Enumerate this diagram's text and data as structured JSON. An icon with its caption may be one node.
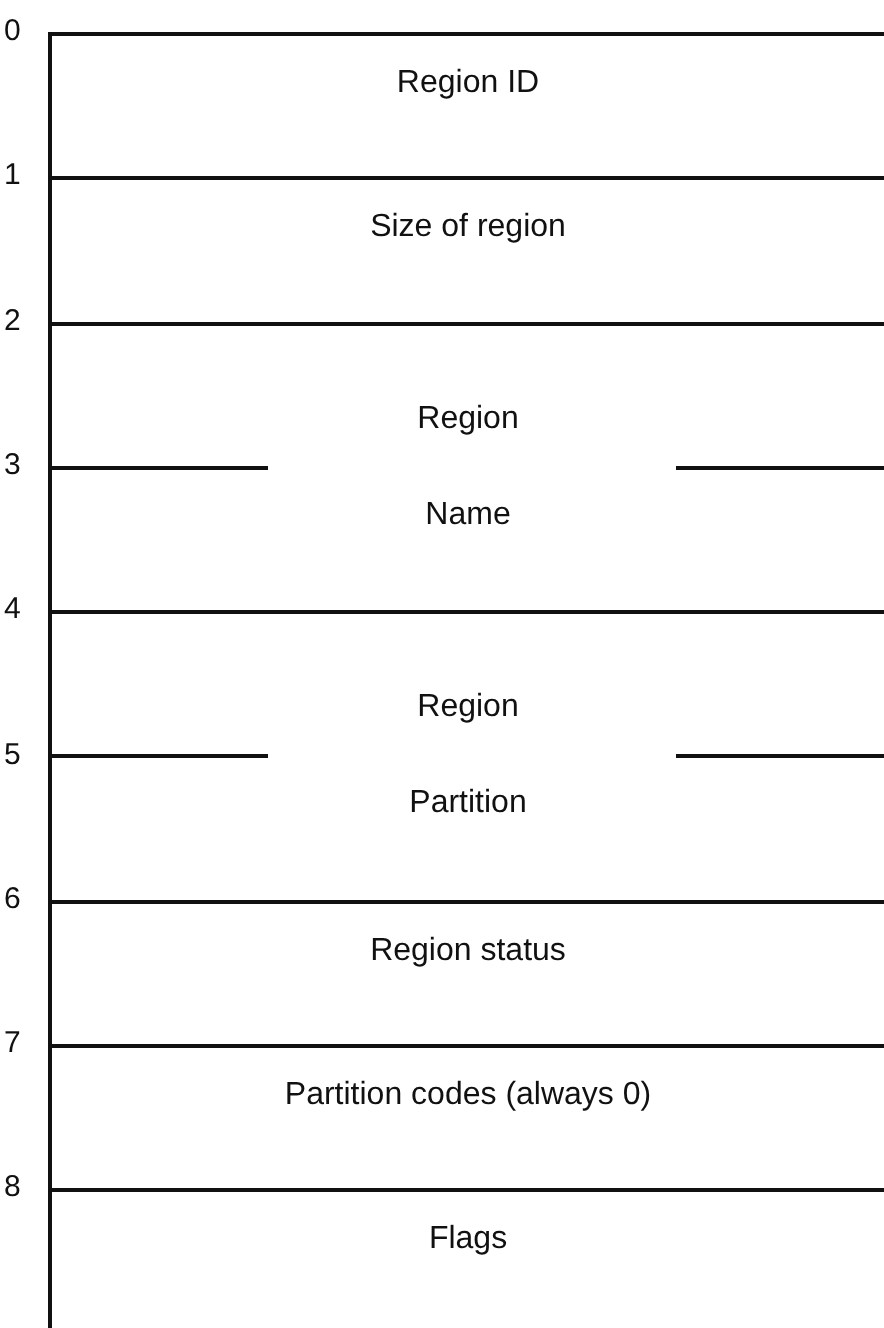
{
  "diagram": {
    "nodes": [
      {
        "text": [
          "Region ID"
        ]
      },
      {
        "text": [
          "Size of region"
        ]
      },
      {
        "text": [
          "Region Name"
        ]
      },
      {
        "text": [
          "Region Partition"
        ]
      },
      {
        "text": [
          "Region status"
        ]
      },
      {
        "text": [
          "Partition codes (always 0)"
        ]
      },
      {
        "text": [
          "Flags"
        ]
      }
    ],
    "edges": [],
    "labels": [
      "0",
      "1",
      "2",
      "3",
      "4",
      "5",
      "6",
      "7",
      "8"
    ]
  }
}
